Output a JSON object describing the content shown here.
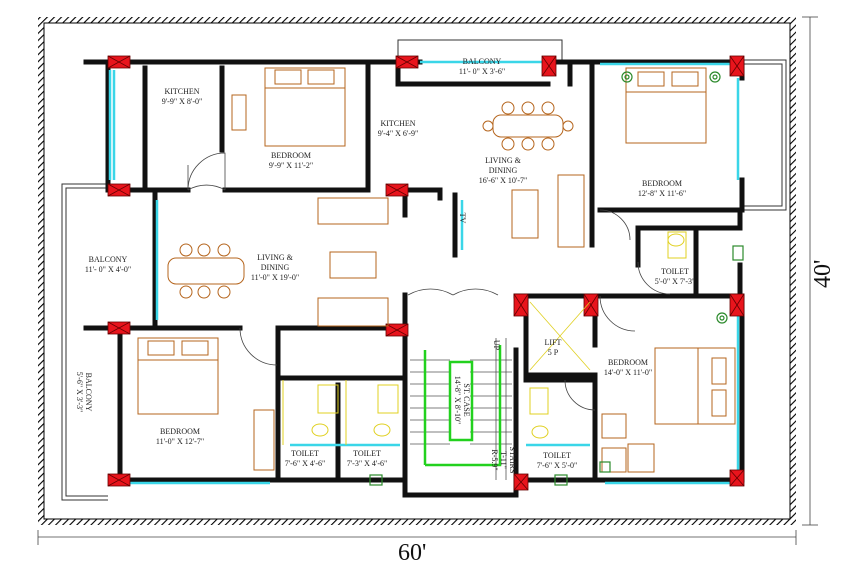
{
  "dimensions": {
    "width_label": "60'",
    "height_label": "40'"
  },
  "rooms": {
    "kitchen_left": {
      "name": "KITCHEN",
      "size": "9'-9\" X 8'-0\""
    },
    "bedroom_top": {
      "name": "BEDROOM",
      "size": "9'-9\" X 11'-2\""
    },
    "kitchen_mid": {
      "name": "KITCHEN",
      "size": "9'-4\" X 6'-9\""
    },
    "balcony_top": {
      "name": "BALCONY",
      "size": "11'- 0\" X 3'-6\""
    },
    "living_right": {
      "name": "LIVING &",
      "name2": "DINING",
      "size": "16'-6\" X 10'-7\""
    },
    "bedroom_tr": {
      "name": "BEDROOM",
      "size": "12'-8\" X 11'-6\""
    },
    "balcony_left": {
      "name": "BALCONY",
      "size": "11'- 0\" X 4'-0\""
    },
    "living_left": {
      "name": "LIVING &",
      "name2": "DINING",
      "size": "11'-0\" X 19'-0\""
    },
    "toilet_r": {
      "name": "TOILET",
      "size": "5'-0\" X 7'-3\""
    },
    "lift": {
      "name": "LIFT",
      "size": "5 P"
    },
    "bedroom_br": {
      "name": "BEDROOM",
      "size": "14'-0\" X 11'-0\""
    },
    "balcony_bl": {
      "name": "BALCONY",
      "size": "5'-6\" X 3'-3\""
    },
    "bedroom_bl": {
      "name": "BEDROOM",
      "size": "11'-0\" X 12'-7\""
    },
    "toilet_b1": {
      "name": "TOILET",
      "size": "7'-6\" X 4'-6\""
    },
    "toilet_b2": {
      "name": "TOILET",
      "size": "7'-3\" X 4'-6\""
    },
    "toilet_b3": {
      "name": "TOILET",
      "size": "7'-6\" X 5'-0\""
    },
    "staircase": {
      "name": "ST. CASE",
      "size": "14'-8\" X 8'-10\""
    },
    "stairs": {
      "name": "STAIRS",
      "treads": "T-11\"",
      "risers": "R-5.9\""
    },
    "up_label": "UP",
    "tv_label": "TV"
  },
  "colors": {
    "wall": "#111111",
    "column": "#e8141c",
    "furniture": "#b5651d",
    "window": "#3ad6e8",
    "stair_highlight": "#22d11e",
    "plant": "#2b8a2b",
    "fixture": "#e0d020"
  }
}
